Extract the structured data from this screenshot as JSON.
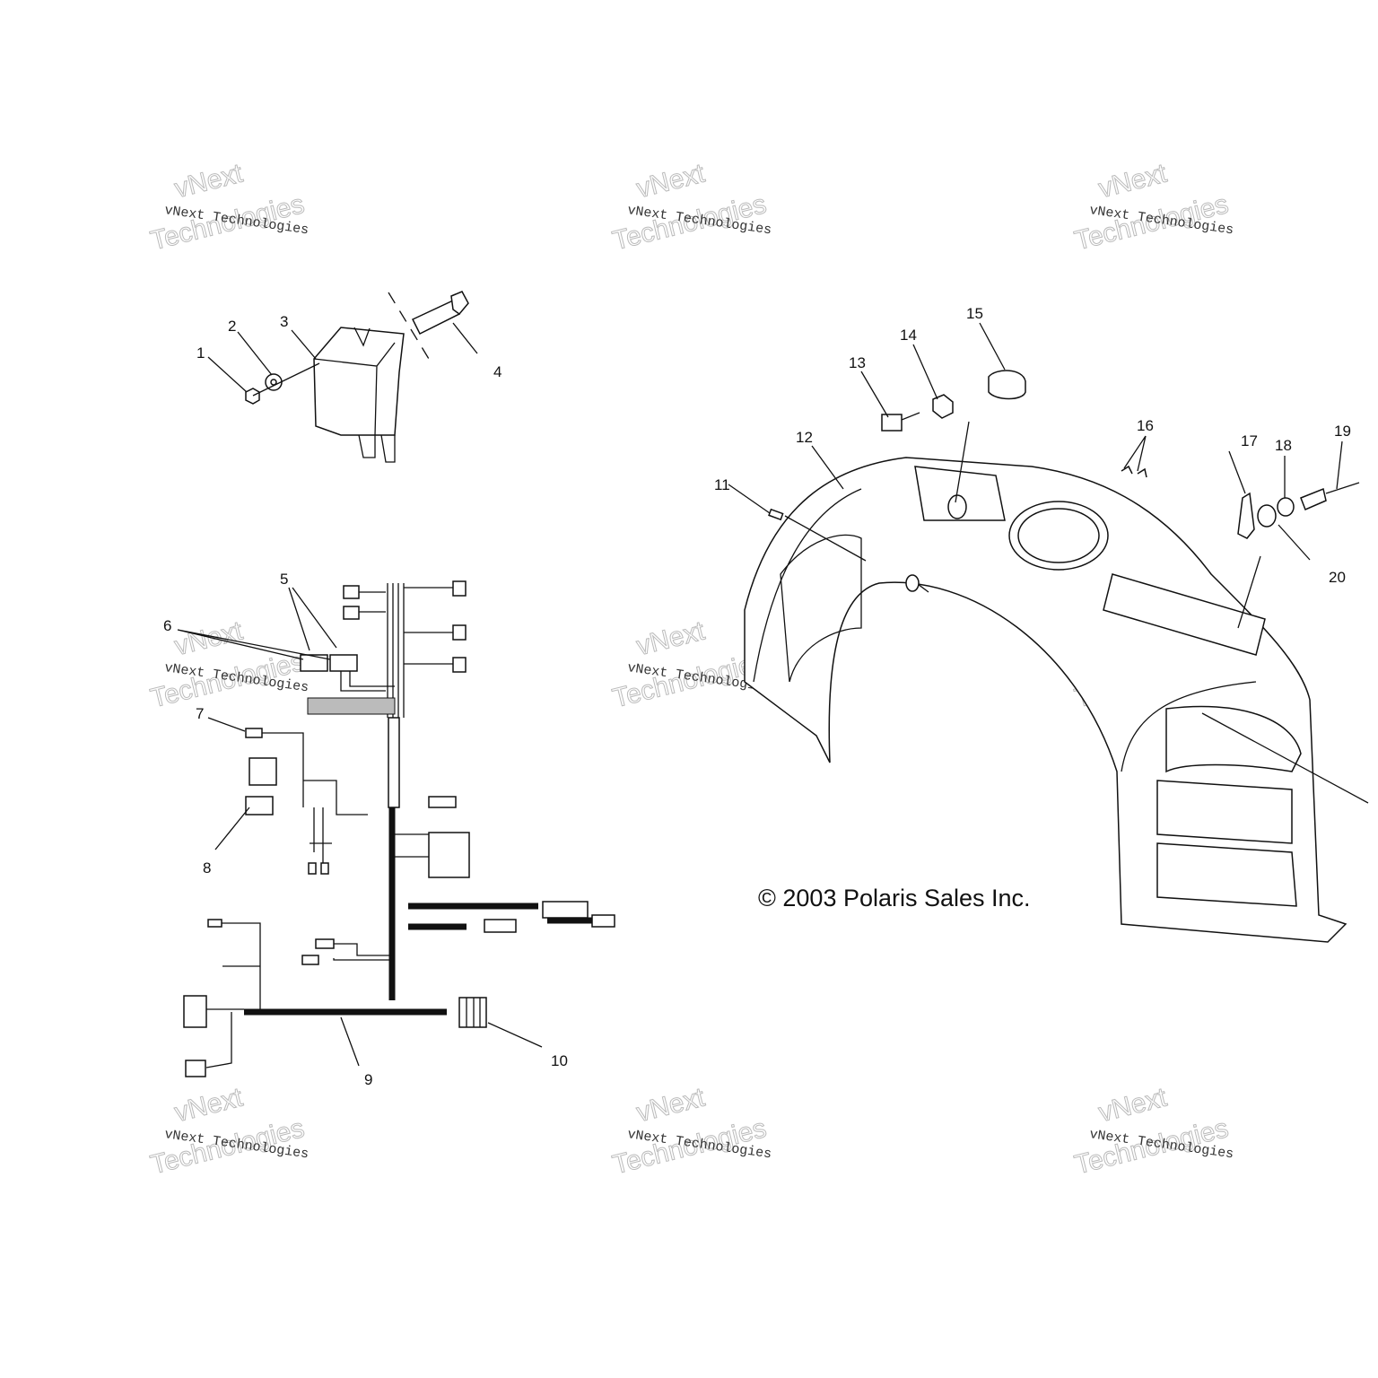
{
  "callouts": [
    "1",
    "2",
    "3",
    "4",
    "5",
    "6",
    "7",
    "8",
    "9",
    "10",
    "11",
    "12",
    "13",
    "14",
    "15",
    "16",
    "17",
    "18",
    "19",
    "20"
  ],
  "copyright": "© 2003 Polaris Sales Inc.",
  "watermark": {
    "line1": "vNext Technologies",
    "line2": "vNext",
    "line3": "Technologies"
  }
}
